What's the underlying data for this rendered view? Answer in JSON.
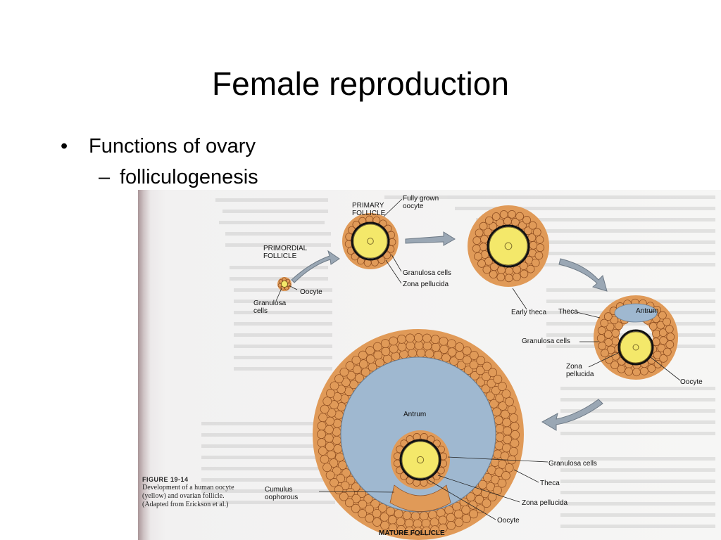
{
  "slide": {
    "title": "Female reproduction",
    "bullet": "Functions of ovary",
    "subbullet": "folliculogenesis",
    "bullet_mark": "•",
    "dash_mark": "–"
  },
  "figure": {
    "labels": {
      "primary_follicle": "PRIMARY\nFOLLICLE",
      "fully_grown_oocyte": "Fully grown\noocyte",
      "primordial_follicle": "PRIMORDIAL\nFOLLICLE",
      "oocyte_1": "Oocyte",
      "granulosa_1": "Granulosa\ncells",
      "granulosa_2": "Granulosa cells",
      "zona_1": "Zona pellucida",
      "early_theca": "Early theca",
      "antrum_1": "Antrum",
      "theca_1": "Theca",
      "granulosa_3": "Granulosa cells",
      "zona_2": "Zona\npellucida",
      "oocyte_2": "Oocyte",
      "antrum_2": "Antrum",
      "granulosa_4": "Granulosa cells",
      "theca_2": "Theca",
      "cumulus": "Cumulus\noophorous",
      "zona_3": "Zona pellucida",
      "oocyte_3": "Oocyte",
      "mature_follicle": "MATURE FOLLICLE"
    },
    "caption": {
      "head": "FIGURE 19-14",
      "text": "Development of a human oocyte (yellow) and ovarian follicle. (Adapted from Erickson et al.)"
    },
    "colors": {
      "cell_fill": "#e09a58",
      "cell_stroke": "#8a4a1e",
      "oocyte": "#f4e86a",
      "antrum": "#9fb8d0",
      "arrow": "#9aa7b4"
    }
  }
}
